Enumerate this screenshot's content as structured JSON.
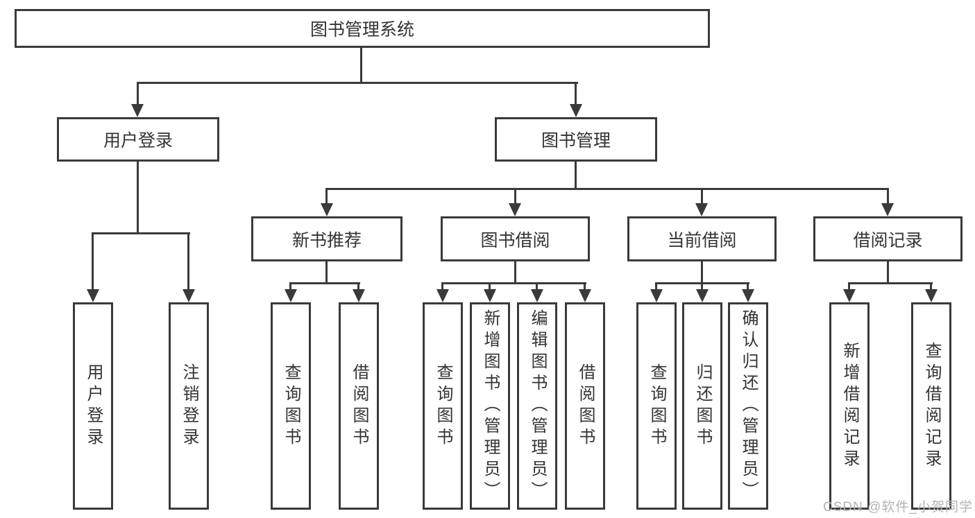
{
  "tree": {
    "root": {
      "label": "图书管理系统"
    },
    "branches": [
      {
        "label": "用户登录",
        "children": [
          {
            "label": "用户登录"
          },
          {
            "label": "注销登录"
          }
        ]
      },
      {
        "label": "图书管理",
        "groups": [
          {
            "label": "新书推荐",
            "children": [
              {
                "label": "查询图书"
              },
              {
                "label": "借阅图书"
              }
            ]
          },
          {
            "label": "图书借阅",
            "children": [
              {
                "label": "查询图书"
              },
              {
                "label": "新增图书（管理员）"
              },
              {
                "label": "编辑图书（管理员）"
              },
              {
                "label": "借阅图书"
              }
            ]
          },
          {
            "label": "当前借阅",
            "children": [
              {
                "label": "查询图书"
              },
              {
                "label": "归还图书"
              },
              {
                "label": "确认归还（管理员）"
              }
            ]
          },
          {
            "label": "借阅记录",
            "children": [
              {
                "label": "新增借阅记录"
              },
              {
                "label": "查询借阅记录"
              }
            ]
          }
        ]
      }
    ]
  },
  "watermark": {
    "text": "CSDN @软件_小贺同学"
  },
  "colors": {
    "line": "#3a3a3a",
    "box_border": "#3a3a3a",
    "text": "#333333",
    "watermark": "#b3b3b3",
    "background": "#ffffff"
  }
}
